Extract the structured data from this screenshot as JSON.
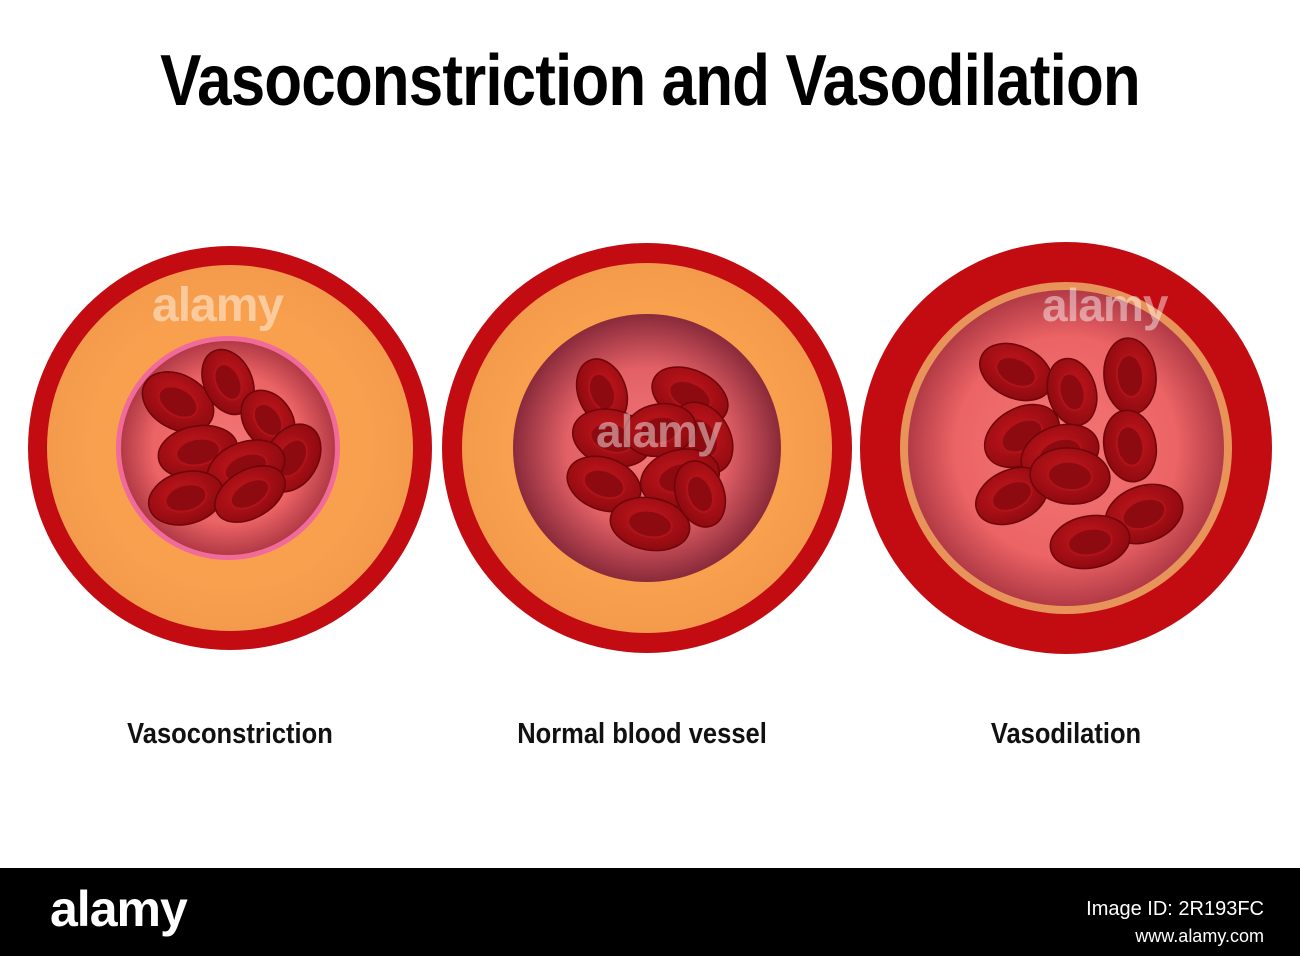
{
  "title": "Vasoconstriction and Vasodilation",
  "vessels": [
    {
      "label": "Vasoconstriction"
    },
    {
      "label": "Normal blood vessel"
    },
    {
      "label": "Vasodilation"
    }
  ],
  "colors": {
    "outer_wall": "#c30b12",
    "middle_layer": "#f9a04f",
    "lumen": "#f26d6a",
    "red_cell": "#a8080f",
    "red_cell_center": "#7a0208",
    "inner_lining": "#f06a9a"
  },
  "watermark": "alamy",
  "footer": {
    "logo": "alamy",
    "image_id": "Image ID: 2R193FC",
    "url": "www.alamy.com"
  }
}
